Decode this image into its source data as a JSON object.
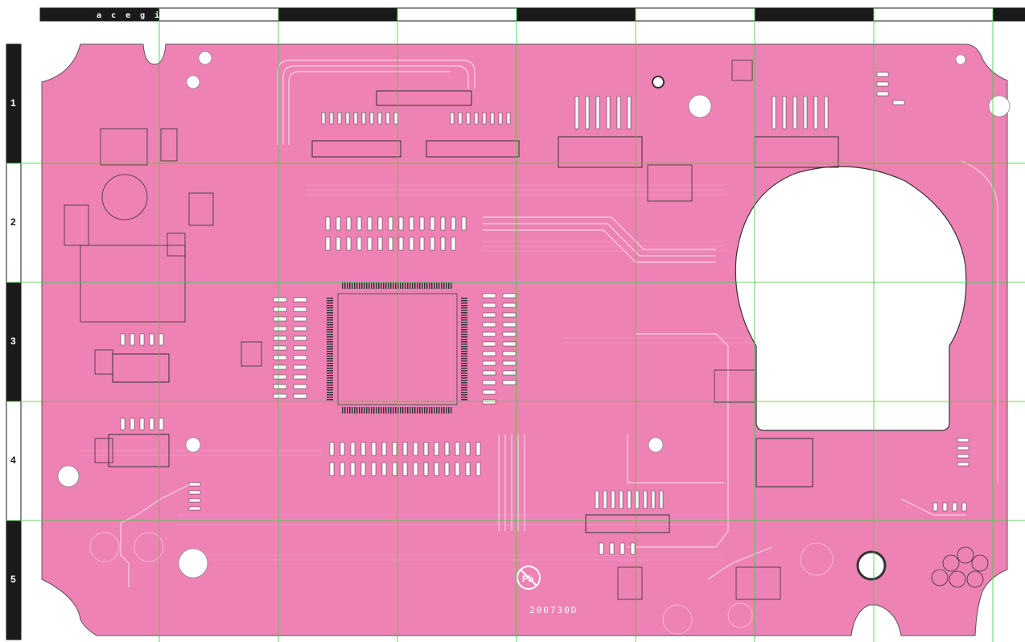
{
  "top_ruler": {
    "label": "a c e g i"
  },
  "left_ruler": {
    "row_labels": [
      "1",
      "2",
      "3",
      "4",
      "5"
    ]
  },
  "board": {
    "code": "200730D",
    "lead_free_mark": "Pb"
  },
  "colors": {
    "board": "#ee82b5",
    "trace": "#f7c6dd",
    "grid": "#3fd13f",
    "ruler_dark": "#1a1a1a",
    "pad": "#ffffff"
  }
}
